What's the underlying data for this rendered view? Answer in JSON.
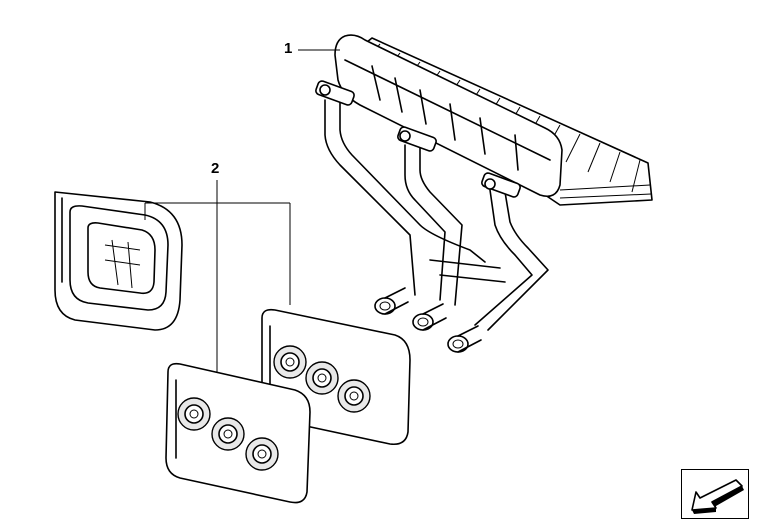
{
  "diagram": {
    "callouts": [
      {
        "id": "1",
        "label": "1"
      },
      {
        "id": "2",
        "label": "2"
      }
    ],
    "icons": {
      "corner": "arrow-icon"
    }
  }
}
